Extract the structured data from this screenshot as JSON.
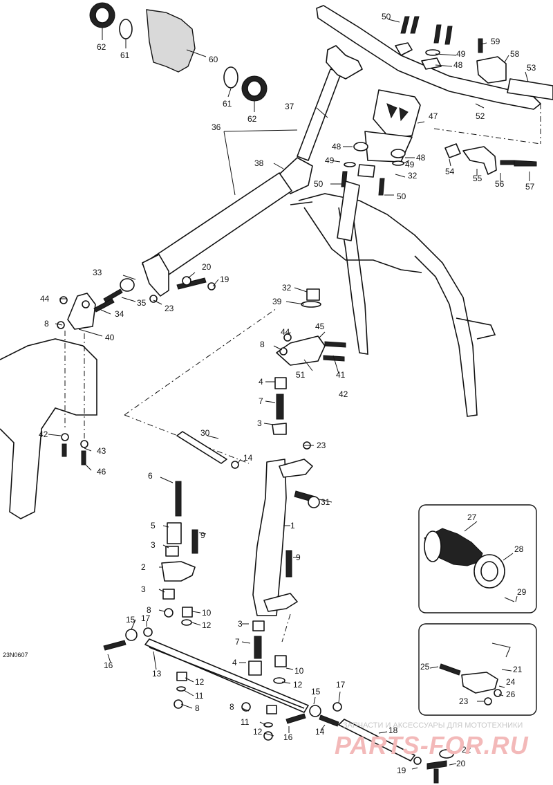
{
  "diagram_code": "23N0607",
  "watermark": {
    "tagline": "ЗАПЧАСТИ И АКСЕССУАРЫ ДЛЯ МОТОТЕХНИКИ",
    "logo": "PARTS-FOR.RU"
  },
  "callouts": {
    "n1": "1",
    "n2": "2",
    "n3": "3",
    "n4": "4",
    "n5": "5",
    "n6": "6",
    "n7": "7",
    "n8": "8",
    "n9": "9",
    "n10": "10",
    "n11": "11",
    "n12": "12",
    "n13": "13",
    "n14": "14",
    "n15": "15",
    "n16": "16",
    "n17": "17",
    "n18": "18",
    "n19": "19",
    "n20": "20",
    "n21": "21",
    "n22": "22",
    "n23": "23",
    "n24": "24",
    "n25": "25",
    "n26": "26",
    "n27": "27",
    "n28": "28",
    "n29": "29",
    "n30": "30",
    "n31": "31",
    "n32": "32",
    "n33": "33",
    "n34": "34",
    "n35": "35",
    "n36": "36",
    "n37": "37",
    "n38": "38",
    "n39": "39",
    "n40": "40",
    "n41": "41",
    "n42": "42",
    "n43": "43",
    "n44": "44",
    "n45": "45",
    "n46": "46",
    "n47": "47",
    "n48": "48",
    "n49": "49",
    "n50": "50",
    "n51": "51",
    "n52": "52",
    "n53": "53",
    "n54": "54",
    "n55": "55",
    "n56": "56",
    "n57": "57",
    "n58": "58",
    "n59": "59",
    "n60": "60",
    "n61": "61",
    "n62": "62"
  }
}
